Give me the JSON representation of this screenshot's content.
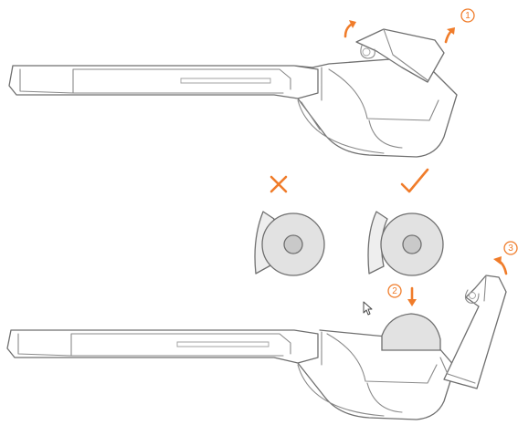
{
  "colors": {
    "accent": "#f07c2a",
    "outline": "#6f6f6f",
    "roll": "#e2e2e2",
    "core": "#c9c9c9"
  },
  "icons": {
    "wrong_mark": "cross-icon",
    "right_mark": "check-icon",
    "pointer": "mouse-cursor-icon"
  },
  "steps": [
    {
      "number": "1"
    },
    {
      "number": "2"
    },
    {
      "number": "3"
    }
  ]
}
